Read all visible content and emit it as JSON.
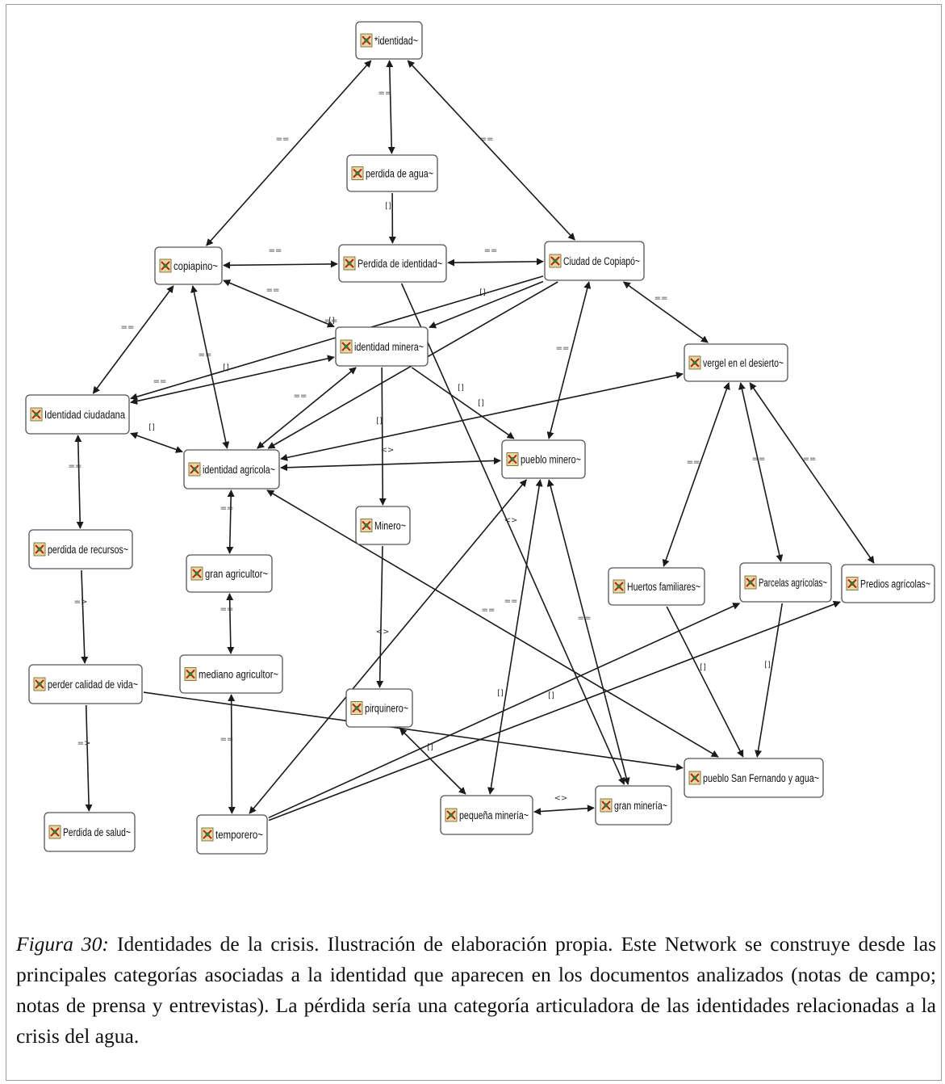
{
  "diagram": {
    "nodes": [
      {
        "id": "identidad",
        "label": "*identidad~"
      },
      {
        "id": "perdida_agua",
        "label": "perdida de agua~"
      },
      {
        "id": "copiapino",
        "label": "copiapino~"
      },
      {
        "id": "perdida_identidad",
        "label": "Perdida de identidad~"
      },
      {
        "id": "ciudad_copiapo",
        "label": "Ciudad de Copiapó~"
      },
      {
        "id": "identidad_minera",
        "label": "identidad minera~"
      },
      {
        "id": "vergel",
        "label": "vergel en el desierto~"
      },
      {
        "id": "identidad_ciudadana",
        "label": "Identidad ciudadana"
      },
      {
        "id": "identidad_agricola",
        "label": "identidad agricola~"
      },
      {
        "id": "pueblo_minero",
        "label": "pueblo minero~"
      },
      {
        "id": "minero",
        "label": "Minero~"
      },
      {
        "id": "perdida_recursos",
        "label": "perdida de recursos~"
      },
      {
        "id": "gran_agricultor",
        "label": "gran agricultor~"
      },
      {
        "id": "huertos",
        "label": "Huertos familiares~"
      },
      {
        "id": "parcelas",
        "label": "Parcelas agrícolas~"
      },
      {
        "id": "predios",
        "label": "Predios agrícolas~"
      },
      {
        "id": "mediano_agricultor",
        "label": "mediano agricultor~"
      },
      {
        "id": "perder_calidad",
        "label": "perder calidad de vida~"
      },
      {
        "id": "pirquinero",
        "label": "pirquinero~"
      },
      {
        "id": "pueblo_sanfernando",
        "label": "pueblo San Fernando y agua~"
      },
      {
        "id": "pequena_mineria",
        "label": "pequeña minería~"
      },
      {
        "id": "gran_mineria",
        "label": "gran minería~"
      },
      {
        "id": "perdida_salud",
        "label": "Perdida de salud~"
      },
      {
        "id": "temporero",
        "label": "temporero~"
      }
    ],
    "edges": [
      {
        "from": "identidad",
        "to": "perdida_agua",
        "label": "==",
        "start_arrow": true,
        "end_arrow": true
      },
      {
        "from": "identidad",
        "to": "copiapino",
        "label": "==",
        "start_arrow": true,
        "end_arrow": true
      },
      {
        "from": "identidad",
        "to": "ciudad_copiapo",
        "label": "==",
        "start_arrow": true,
        "end_arrow": true
      },
      {
        "from": "perdida_agua",
        "to": "perdida_identidad",
        "label": "[]",
        "start_arrow": false,
        "end_arrow": true
      },
      {
        "from": "copiapino",
        "to": "perdida_identidad",
        "label": "==",
        "start_arrow": true,
        "end_arrow": true
      },
      {
        "from": "perdida_identidad",
        "to": "ciudad_copiapo",
        "label": "==",
        "start_arrow": true,
        "end_arrow": true
      },
      {
        "from": "copiapino",
        "to": "identidad_minera",
        "label": "==",
        "start_arrow": true,
        "end_arrow": true
      },
      {
        "from": "copiapino",
        "to": "identidad_ciudadana",
        "label": "==",
        "start_arrow": true,
        "end_arrow": true
      },
      {
        "from": "copiapino",
        "to": "identidad_agricola",
        "label": "==",
        "start_arrow": true,
        "end_arrow": true
      },
      {
        "from": "ciudad_copiapo",
        "to": "identidad_minera",
        "label": "[]",
        "start_arrow": false,
        "end_arrow": true
      },
      {
        "from": "ciudad_copiapo",
        "to": "identidad_ciudadana",
        "label": "[]",
        "start_arrow": false,
        "end_arrow": true
      },
      {
        "from": "ciudad_copiapo",
        "to": "identidad_agricola",
        "label": "[]",
        "start_arrow": false,
        "end_arrow": true
      },
      {
        "from": "ciudad_copiapo",
        "to": "pueblo_minero",
        "label": "==",
        "start_arrow": true,
        "end_arrow": true
      },
      {
        "from": "ciudad_copiapo",
        "to": "vergel",
        "label": "==",
        "start_arrow": true,
        "end_arrow": true
      },
      {
        "from": "identidad_minera",
        "to": "identidad_ciudadana",
        "label": "==",
        "start_arrow": true,
        "end_arrow": true
      },
      {
        "from": "identidad_minera",
        "to": "identidad_agricola",
        "label": "==",
        "start_arrow": true,
        "end_arrow": true
      },
      {
        "from": "identidad_minera",
        "to": "pueblo_minero",
        "label": "[]",
        "start_arrow": false,
        "end_arrow": true
      },
      {
        "from": "identidad_minera",
        "to": "minero",
        "label": "[]",
        "start_arrow": false,
        "end_arrow": true
      },
      {
        "from": "identidad_ciudadana",
        "to": "identidad_agricola",
        "label": "[]",
        "start_arrow": true,
        "end_arrow": true
      },
      {
        "from": "identidad_agricola",
        "to": "vergel",
        "label": "[]",
        "start_arrow": true,
        "end_arrow": true
      },
      {
        "from": "identidad_agricola",
        "to": "pueblo_minero",
        "label": "<>",
        "start_arrow": true,
        "end_arrow": true
      },
      {
        "from": "identidad_agricola",
        "to": "gran_agricultor",
        "label": "==",
        "start_arrow": true,
        "end_arrow": true
      },
      {
        "from": "identidad_agricola",
        "to": "pueblo_sanfernando",
        "label": "==",
        "start_arrow": true,
        "end_arrow": true
      },
      {
        "from": "identidad_ciudadana",
        "to": "perdida_recursos",
        "label": "==",
        "start_arrow": true,
        "end_arrow": true
      },
      {
        "from": "perdida_recursos",
        "to": "perder_calidad",
        "label": "=>",
        "start_arrow": false,
        "end_arrow": true
      },
      {
        "from": "perder_calidad",
        "to": "perdida_salud",
        "label": "=>",
        "start_arrow": false,
        "end_arrow": true
      },
      {
        "from": "perder_calidad",
        "to": "pueblo_sanfernando",
        "label": "[]",
        "start_arrow": false,
        "end_arrow": true
      },
      {
        "from": "gran_agricultor",
        "to": "mediano_agricultor",
        "label": "==",
        "start_arrow": true,
        "end_arrow": true
      },
      {
        "from": "mediano_agricultor",
        "to": "temporero",
        "label": "==",
        "start_arrow": true,
        "end_arrow": true
      },
      {
        "from": "minero",
        "to": "pirquinero",
        "label": "<>",
        "start_arrow": false,
        "end_arrow": true
      },
      {
        "from": "pirquinero",
        "to": "pequena_mineria",
        "label": "[]",
        "start_arrow": true,
        "end_arrow": true
      },
      {
        "from": "pequena_mineria",
        "to": "gran_mineria",
        "label": "<>",
        "start_arrow": true,
        "end_arrow": true
      },
      {
        "from": "pueblo_minero",
        "to": "pequena_mineria",
        "label": "==",
        "start_arrow": true,
        "end_arrow": true
      },
      {
        "from": "pueblo_minero",
        "to": "gran_mineria",
        "label": "==",
        "start_arrow": true,
        "end_arrow": true
      },
      {
        "from": "pueblo_minero",
        "to": "temporero",
        "label": "<>",
        "start_arrow": true,
        "end_arrow": true
      },
      {
        "from": "perdida_identidad",
        "to": "gran_mineria",
        "label": "==",
        "start_arrow": false,
        "end_arrow": true
      },
      {
        "from": "vergel",
        "to": "huertos",
        "label": "==",
        "start_arrow": true,
        "end_arrow": true
      },
      {
        "from": "vergel",
        "to": "parcelas",
        "label": "==",
        "start_arrow": true,
        "end_arrow": true
      },
      {
        "from": "vergel",
        "to": "predios",
        "label": "==",
        "start_arrow": true,
        "end_arrow": true
      },
      {
        "from": "huertos",
        "to": "pueblo_sanfernando",
        "label": "[]",
        "start_arrow": false,
        "end_arrow": true
      },
      {
        "from": "parcelas",
        "to": "pueblo_sanfernando",
        "label": "[]",
        "start_arrow": false,
        "end_arrow": true
      },
      {
        "from": "temporero",
        "to": "parcelas",
        "label": "[]",
        "start_arrow": false,
        "end_arrow": true
      },
      {
        "from": "temporero",
        "to": "predios",
        "label": "[]",
        "start_arrow": false,
        "end_arrow": true
      }
    ]
  },
  "caption": {
    "figure_label": "Figura 30:",
    "text": " Identidades de la crisis. Ilustración de elaboración propia. Este Network se construye desde las principales categorías asociadas a la identidad que aparecen en los documentos analizados (notas de campo; notas de prensa y entrevistas). La pérdida sería una categoría articuladora de las identidades relacionadas a la crisis del agua."
  }
}
